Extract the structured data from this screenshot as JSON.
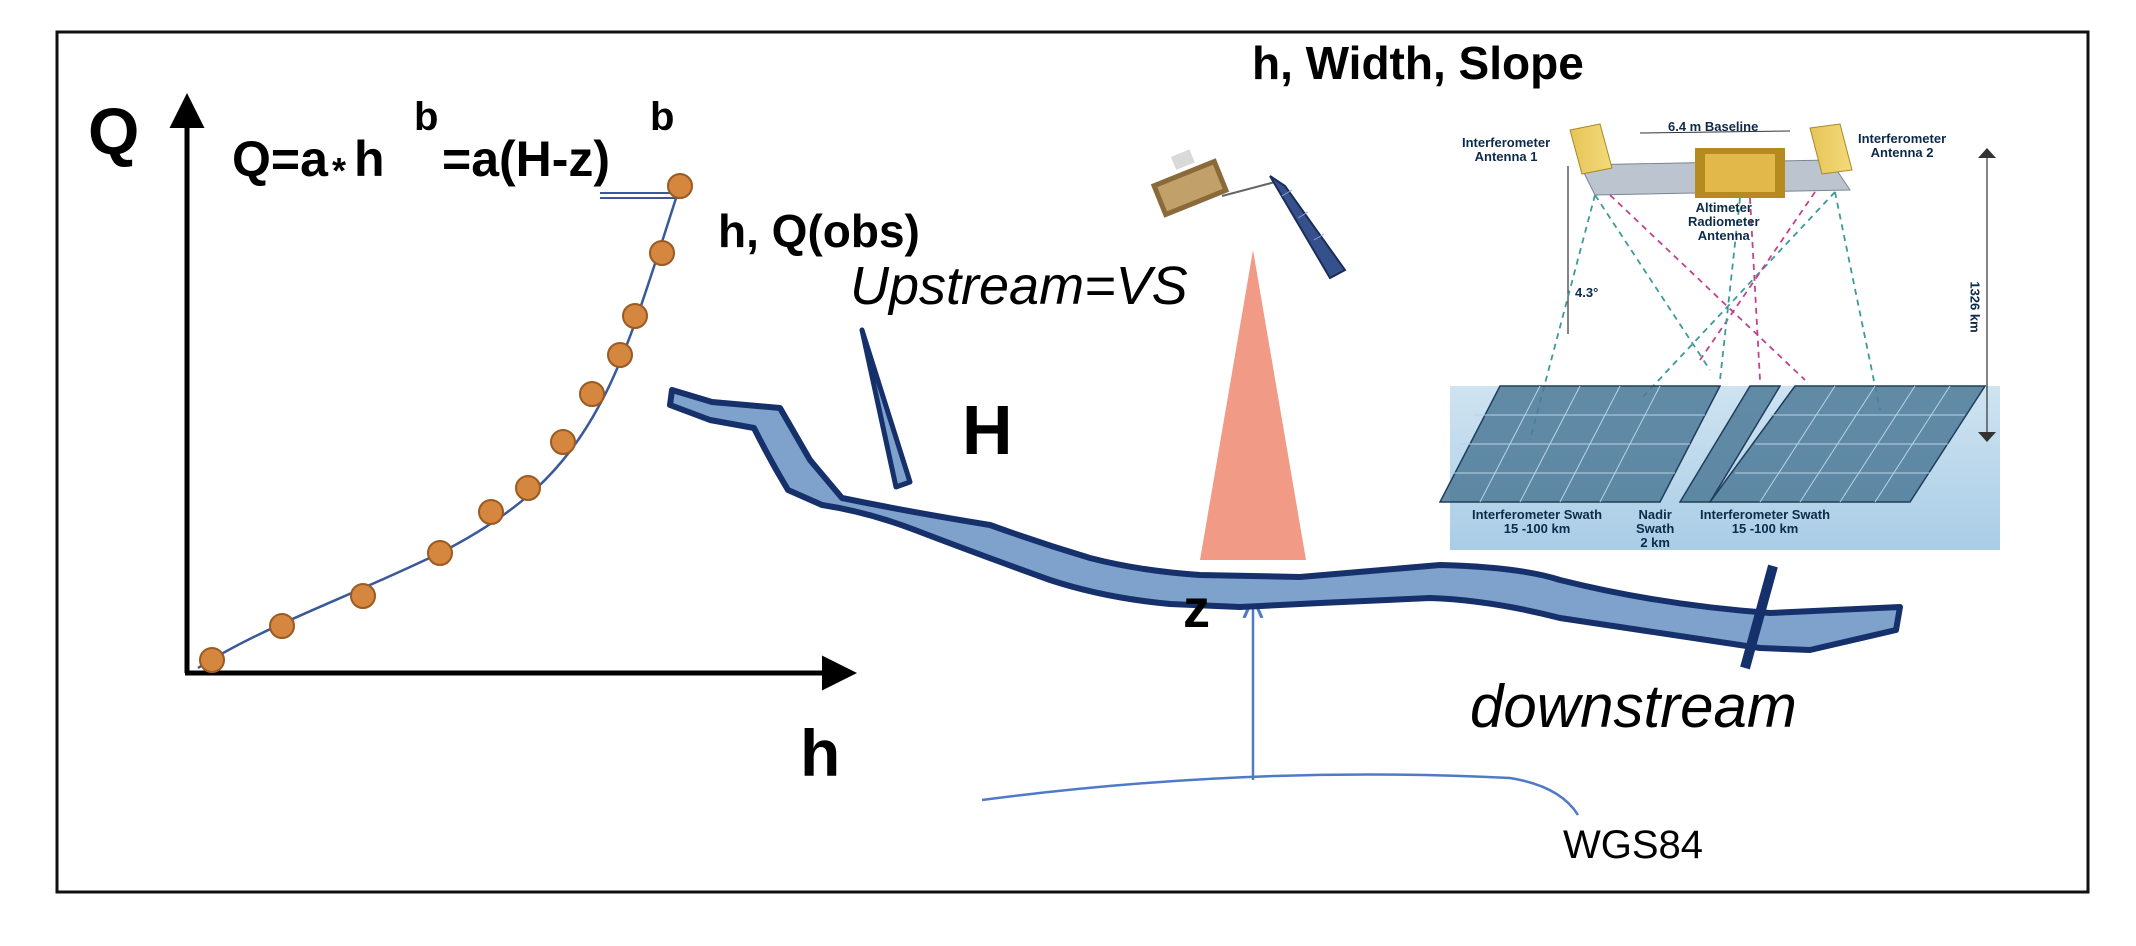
{
  "rating_formula": {
    "lhs": "Q=a",
    "mult": "*",
    "h": "h",
    "exp1": "b",
    "mid": "=a(H-z)",
    "exp2": "b"
  },
  "axes": {
    "y_label": "Q",
    "x_label": "h"
  },
  "observation_label": "h, Q(obs)",
  "upstream_label": "Upstream=VS",
  "water_level_label": "H",
  "bed_label": "z",
  "downstream_label": "downstream",
  "datum_label": "WGS84",
  "swot_title": "h, Width, Slope",
  "swot_diagram": {
    "baseline": "6.4 m Baseline",
    "antenna1": [
      "Interferometer",
      "Antenna 1"
    ],
    "antenna2": [
      "Interferometer",
      "Antenna 2"
    ],
    "altimeter": [
      "Altimeter",
      "Radiometer",
      "Antenna"
    ],
    "angle": "4.3°",
    "altitude": "1326 km",
    "swath_left": [
      "Interferometer Swath",
      "15 -100 km"
    ],
    "swath_nadir": [
      "Nadir",
      "Swath",
      "2 km"
    ],
    "swath_right": [
      "Interferometer Swath",
      "15 -100 km"
    ]
  },
  "colors": {
    "frame": "#111111",
    "river_fill": "#7fa2cc",
    "river_stroke": "#15306b",
    "curve": "#3a5998",
    "dot_fill": "#d5863f",
    "dot_stroke": "#9a5a22",
    "beam": "#f19a86",
    "datum_line": "#4f7ac8"
  }
}
